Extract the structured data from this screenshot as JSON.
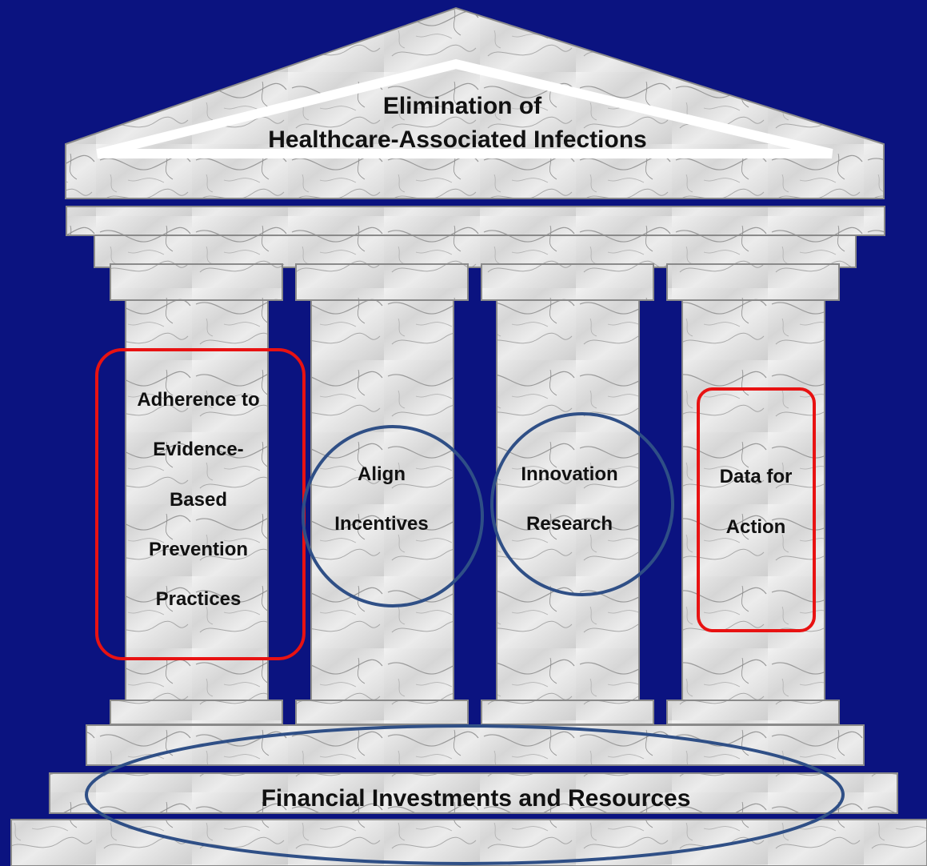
{
  "diagram": {
    "roof": {
      "line1": "Elimination of",
      "line2": "Healthcare-Associated Infections"
    },
    "pillars": [
      {
        "lines": [
          "Adherence to",
          "Evidence-",
          "Based",
          "Prevention",
          "Practices"
        ],
        "highlight": "red-rounded-box"
      },
      {
        "lines": [
          "Align",
          "Incentives"
        ],
        "highlight": "blue-circle"
      },
      {
        "lines": [
          "Innovation",
          "Research"
        ],
        "highlight": "blue-circle"
      },
      {
        "lines": [
          "Data for",
          "Action"
        ],
        "highlight": "red-rounded-box"
      }
    ],
    "foundation": {
      "label": "Financial Investments and Resources",
      "highlight": "blue-ellipse"
    }
  },
  "colors": {
    "background": "#0b1380",
    "marble": "#e2e2e2",
    "marble_vein": "#9a9a9a",
    "highlight_red": "#e81212",
    "highlight_blue": "#2f4f86",
    "text": "#111111"
  }
}
